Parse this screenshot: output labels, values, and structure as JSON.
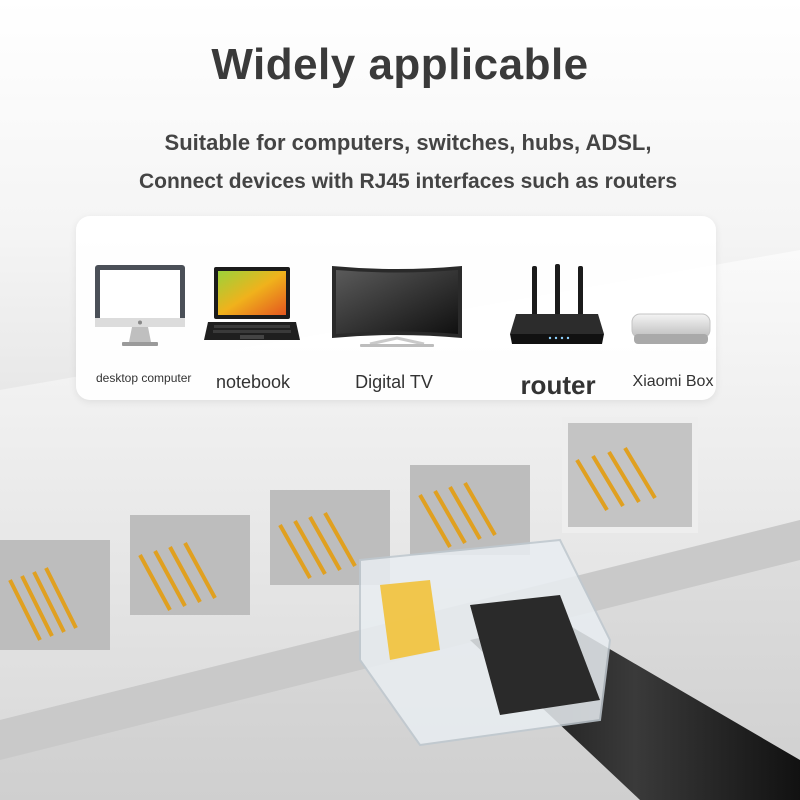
{
  "headline": "Widely applicable",
  "subtitle_line1": "Suitable for computers, switches, hubs, ADSL,",
  "subtitle_line2": "Connect devices with RJ45 interfaces such as routers",
  "devices": [
    {
      "label": "desktop computer",
      "icon": "desktop-computer-icon"
    },
    {
      "label": "notebook",
      "icon": "laptop-icon"
    },
    {
      "label": "Digital TV",
      "icon": "tv-icon"
    },
    {
      "label": "router",
      "icon": "router-icon"
    },
    {
      "label": "Xiaomi Box",
      "icon": "set-top-box-icon"
    }
  ],
  "colors": {
    "headline": "#3a3a3a",
    "text": "#444444",
    "panel": "#ffffff",
    "port_pins": "#e0a020",
    "cable": "#1e1e1e"
  }
}
